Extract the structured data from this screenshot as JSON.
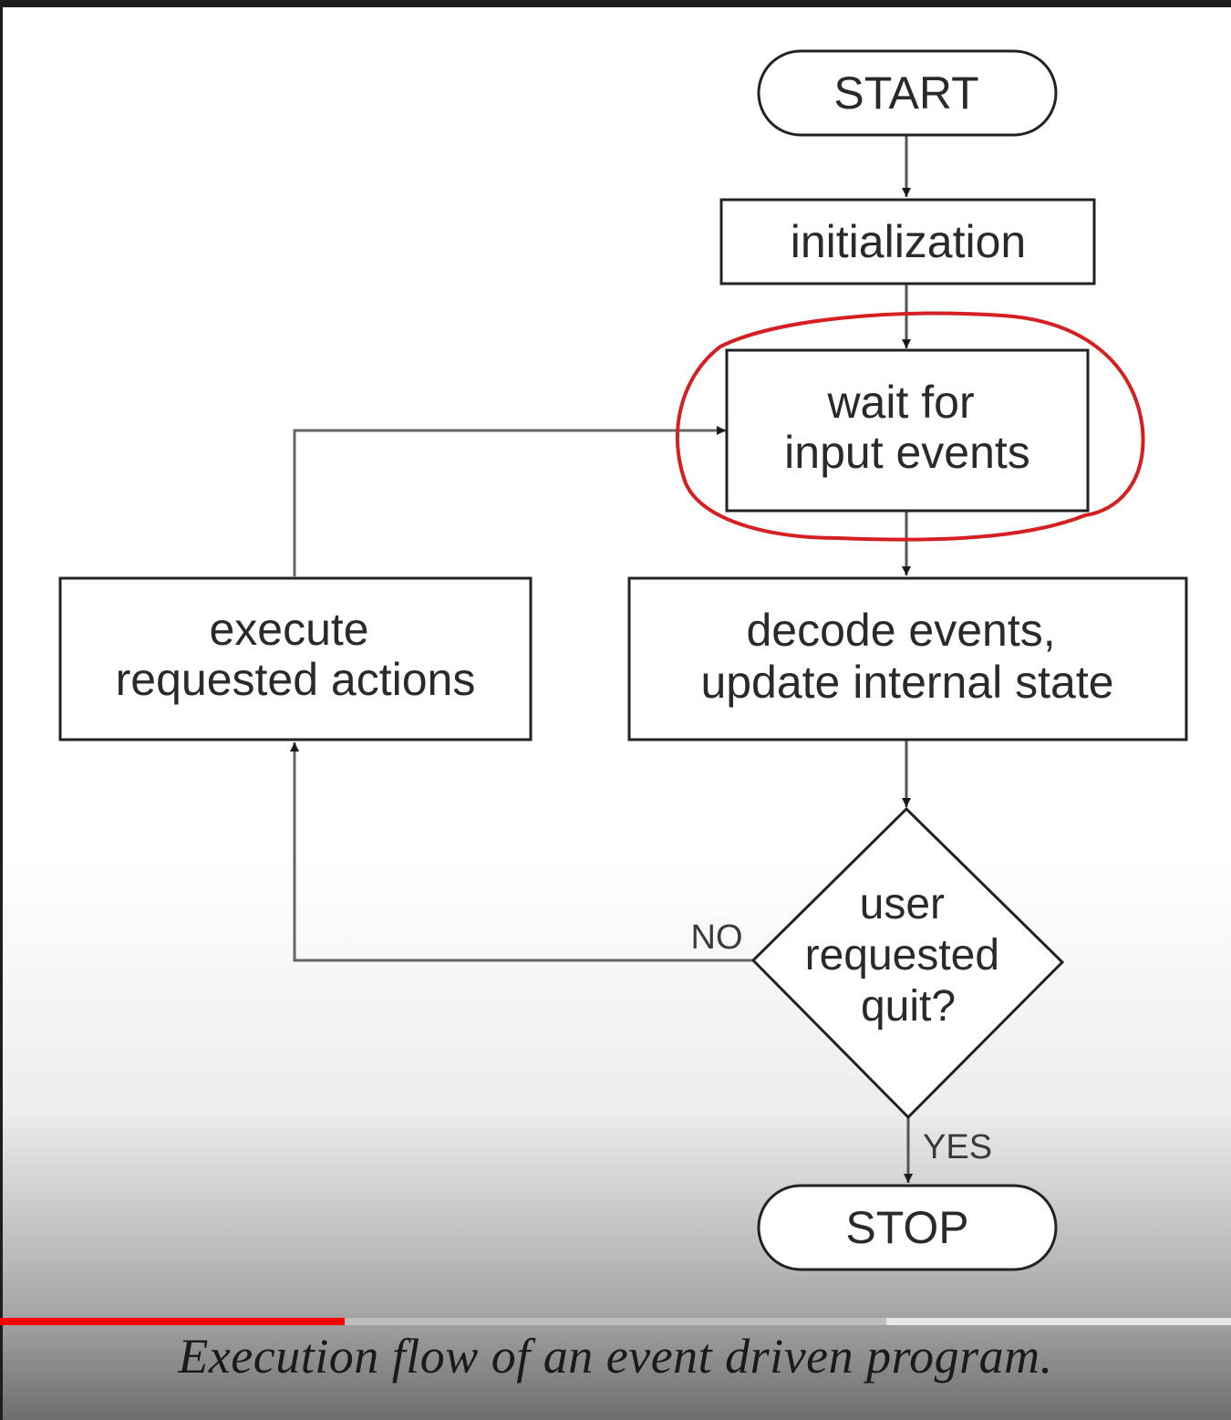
{
  "diagram": {
    "nodes": {
      "start": {
        "label": [
          "START"
        ]
      },
      "init": {
        "label": [
          "initialization"
        ]
      },
      "wait": {
        "label": [
          "wait for",
          "input events"
        ]
      },
      "decode": {
        "label": [
          "decode events,",
          "update internal state"
        ]
      },
      "decision": {
        "label": [
          "user",
          "requested",
          "quit?"
        ]
      },
      "execute": {
        "label": [
          "execute",
          "requested actions"
        ]
      },
      "stop": {
        "label": [
          "STOP"
        ]
      }
    },
    "edges": [
      {
        "from": "start",
        "to": "init",
        "label": ""
      },
      {
        "from": "init",
        "to": "wait",
        "label": ""
      },
      {
        "from": "wait",
        "to": "decode",
        "label": ""
      },
      {
        "from": "decode",
        "to": "decision",
        "label": ""
      },
      {
        "from": "decision",
        "to": "execute",
        "label": "NO"
      },
      {
        "from": "decision",
        "to": "stop",
        "label": "YES"
      },
      {
        "from": "execute",
        "to": "wait",
        "label": ""
      }
    ],
    "highlight": {
      "target": "wait",
      "color": "#d42020"
    }
  },
  "video_progress": {
    "fraction": 0.28,
    "buffered_fraction": 0.72,
    "played_color": "#ff0000"
  },
  "caption": "Execution flow of an event driven program."
}
